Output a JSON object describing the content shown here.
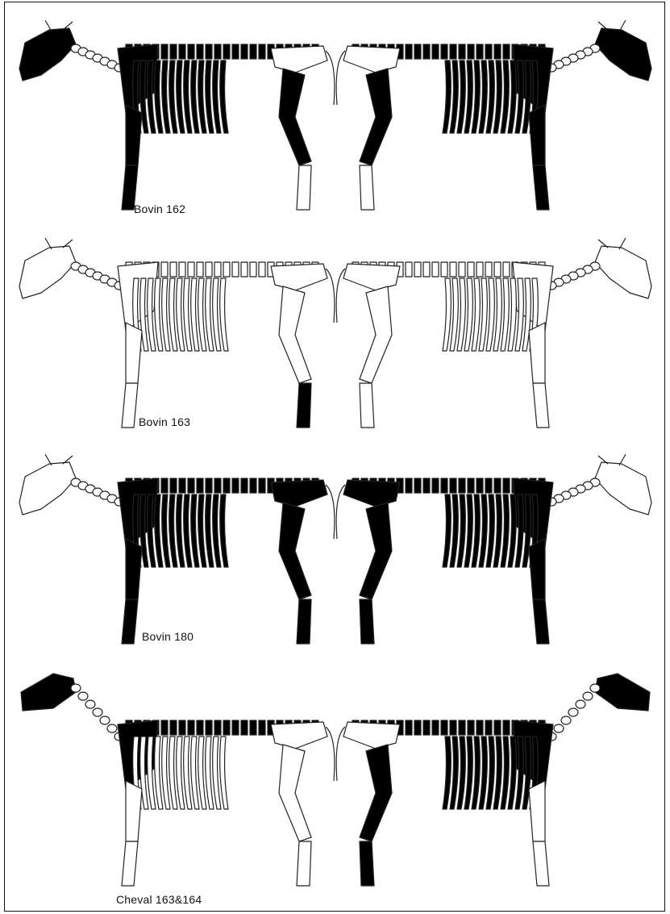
{
  "panels": [
    {
      "label": "Bovin 162",
      "animal": "cattle",
      "left": {
        "skull": true,
        "spine": true,
        "scapula": true,
        "ribs": true,
        "foreleg_upper": true,
        "foreleg_lower": true,
        "pelvis": false,
        "hindleg_upper": true,
        "hindleg_lower": false
      },
      "right": {
        "skull": true,
        "spine": true,
        "scapula": true,
        "ribs": true,
        "foreleg_upper": true,
        "foreleg_lower": true,
        "pelvis": false,
        "hindleg_upper": true,
        "hindleg_lower": false
      }
    },
    {
      "label": "Bovin 163",
      "animal": "cattle",
      "left": {
        "skull": false,
        "spine": false,
        "scapula": false,
        "ribs": false,
        "foreleg_upper": false,
        "foreleg_lower": false,
        "pelvis": false,
        "hindleg_upper": false,
        "hindleg_lower": true
      },
      "right": {
        "skull": false,
        "spine": false,
        "scapula": false,
        "ribs": false,
        "foreleg_upper": false,
        "foreleg_lower": false,
        "pelvis": false,
        "hindleg_upper": false,
        "hindleg_lower": false
      }
    },
    {
      "label": "Bovin 180",
      "animal": "cattle",
      "left": {
        "skull": false,
        "spine": true,
        "scapula": true,
        "ribs": true,
        "foreleg_upper": true,
        "foreleg_lower": true,
        "pelvis": true,
        "hindleg_upper": true,
        "hindleg_lower": true
      },
      "right": {
        "skull": false,
        "spine": true,
        "scapula": true,
        "ribs": true,
        "foreleg_upper": true,
        "foreleg_lower": true,
        "pelvis": true,
        "hindleg_upper": true,
        "hindleg_lower": true
      }
    },
    {
      "label": "Cheval 163&164",
      "animal": "horse",
      "left": {
        "skull": true,
        "spine": true,
        "scapula": true,
        "ribs": false,
        "foreleg_upper": false,
        "foreleg_lower": false,
        "pelvis": false,
        "hindleg_upper": false,
        "hindleg_lower": false
      },
      "right": {
        "skull": true,
        "spine": true,
        "scapula": true,
        "ribs": true,
        "foreleg_upper": false,
        "foreleg_lower": false,
        "pelvis": false,
        "hindleg_upper": true,
        "hindleg_lower": true
      }
    }
  ],
  "colors": {
    "filled": "#000000",
    "outline": "#222222",
    "empty": "#ffffff"
  }
}
